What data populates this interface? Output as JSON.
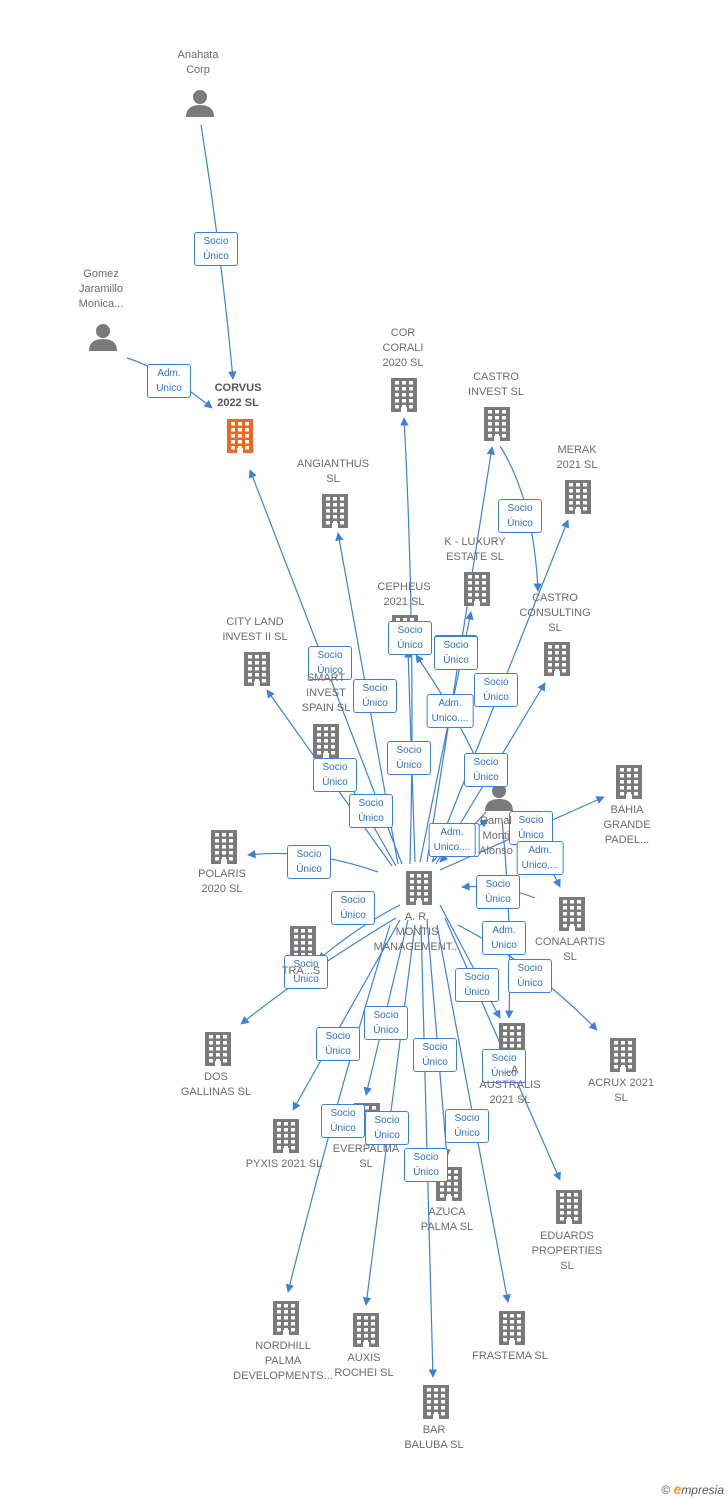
{
  "colors": {
    "edge": "#3b82d6",
    "company": "#7a7a7a",
    "focus": "#f26522",
    "person": "#7a7a7a"
  },
  "nodes": [
    {
      "id": "anahata",
      "type": "person",
      "label": "Anahata\nCorp"
    },
    {
      "id": "gomez",
      "type": "person",
      "label": "Gomez\nJaramillo\nMonica..."
    },
    {
      "id": "corvus",
      "type": "company",
      "focus": true,
      "label": "CORVUS\n2022  SL"
    },
    {
      "id": "corcorali",
      "type": "company",
      "label": "COR\nCORALI\n2020  SL"
    },
    {
      "id": "castroinvest",
      "type": "company",
      "label": "CASTRO\nINVEST  SL"
    },
    {
      "id": "merak",
      "type": "company",
      "label": "MERAK\n2021  SL"
    },
    {
      "id": "angianthus",
      "type": "company",
      "label": "ANGIANTHUS\nSL"
    },
    {
      "id": "kluxury",
      "type": "company",
      "label": "K -  LUXURY\nESTATE  SL"
    },
    {
      "id": "cepheus",
      "type": "company",
      "label": "CEPHEUS\n2021  SL"
    },
    {
      "id": "castroconsulting",
      "type": "company",
      "label": "CASTRO\nCONSULTING\nSL"
    },
    {
      "id": "cityland",
      "type": "company",
      "label": "CITY LAND\nINVEST II  SL"
    },
    {
      "id": "smart",
      "type": "company",
      "label": "SMART\nINVEST\nSPAIN  SL"
    },
    {
      "id": "ramal",
      "type": "person",
      "label": "Ramal\nMonti\nAlonso"
    },
    {
      "id": "bahia",
      "type": "company",
      "label": "BAHIA\nGRANDE\nPADEL..."
    },
    {
      "id": "polaris",
      "type": "company",
      "label": "POLARIS\n2020  SL"
    },
    {
      "id": "armontis",
      "type": "company",
      "label": "A. R.\nMONTIS\nMANAGEMENT..."
    },
    {
      "id": "conalartis",
      "type": "company",
      "label": "CONALARTIS\nSL"
    },
    {
      "id": "tra",
      "type": "company",
      "label": "TRA...S"
    },
    {
      "id": "dosgallinas",
      "type": "company",
      "label": "DOS\nGALLINAS  SL"
    },
    {
      "id": "australis",
      "type": "company",
      "label": "...A\nAUSTRALIS\n2021  SL"
    },
    {
      "id": "acrux",
      "type": "company",
      "label": "ACRUX 2021\nSL"
    },
    {
      "id": "pyxis",
      "type": "company",
      "label": "PYXIS 2021  SL"
    },
    {
      "id": "everpalma",
      "type": "company",
      "label": "EVERPALMA\nSL"
    },
    {
      "id": "azuca",
      "type": "company",
      "label": "AZUCA\nPALMA  SL"
    },
    {
      "id": "eduards",
      "type": "company",
      "label": "EDUARDS\nPROPERTIES\nSL"
    },
    {
      "id": "nordhill",
      "type": "company",
      "label": "NORDHILL\nPALMA\nDEVELOPMENTS..."
    },
    {
      "id": "auxis",
      "type": "company",
      "label": "AUXIS\nROCHEI  SL"
    },
    {
      "id": "frastema",
      "type": "company",
      "label": "FRASTEMA  SL"
    },
    {
      "id": "barbaluba",
      "type": "company",
      "label": "BAR\nBALUBA  SL"
    }
  ],
  "edges": [
    {
      "from": "anahata",
      "to": "corvus",
      "label": "Socio\nÚnico"
    },
    {
      "from": "gomez",
      "to": "corvus",
      "label": "Adm.\nUnico"
    },
    {
      "from": "armontis",
      "to": "corvus",
      "label": "Socio\nÚnico"
    },
    {
      "from": "armontis",
      "to": "corcorali",
      "label": "Socio\nÚnico"
    },
    {
      "from": "armontis",
      "to": "castroinvest",
      "label": "Socio\nÚnico"
    },
    {
      "from": "castroinvest",
      "to": "castroconsulting",
      "label": "Socio\nÚnico"
    },
    {
      "from": "armontis",
      "to": "merak",
      "label": "Socio\nÚnico"
    },
    {
      "from": "armontis",
      "to": "angianthus",
      "label": "Socio\nÚnico"
    },
    {
      "from": "armontis",
      "to": "kluxury",
      "label": "Socio\nÚnico"
    },
    {
      "from": "armontis",
      "to": "cepheus",
      "label": "Socio\nÚnico"
    },
    {
      "from": "ramal",
      "to": "cepheus",
      "label": "Adm.\nUnico...."
    },
    {
      "from": "armontis",
      "to": "castroconsulting",
      "label": "Socio\nÚnico"
    },
    {
      "from": "armontis",
      "to": "cityland",
      "label": "Socio\nÚnico"
    },
    {
      "from": "armontis",
      "to": "smart",
      "label": "Socio\nÚnico"
    },
    {
      "from": "armontis",
      "to": "bahia",
      "label": "Socio\nÚnico"
    },
    {
      "from": "ramal",
      "to": "armontis",
      "label": "Adm.\nUnico,..."
    },
    {
      "from": "ramal",
      "to": "conalartis",
      "label": "Adm.\nUnico,..."
    },
    {
      "from": "armontis",
      "to": "polaris",
      "label": "Socio\nÚnico"
    },
    {
      "from": "armontis",
      "to": "conalartis",
      "label": "Socio\nÚnico"
    },
    {
      "from": "ramal",
      "to": "australis",
      "label": "Adm.\nUnico"
    },
    {
      "from": "armontis",
      "to": "tra",
      "label": "Socio\nÚnico"
    },
    {
      "from": "armontis",
      "to": "dosgallinas",
      "label": "Socio\nÚnico"
    },
    {
      "from": "armontis",
      "to": "australis",
      "label": "Socio\nÚnico"
    },
    {
      "from": "armontis",
      "to": "acrux",
      "label": "Socio\nÚnico"
    },
    {
      "from": "armontis",
      "to": "pyxis",
      "label": "Socio\nÚnico"
    },
    {
      "from": "armontis",
      "to": "everpalma",
      "label": "Socio\nÚnico"
    },
    {
      "from": "armontis",
      "to": "azuca",
      "label": "Socio\nÚnico"
    },
    {
      "from": "armontis",
      "to": "eduards",
      "label": "Socio\nÚnico"
    },
    {
      "from": "armontis",
      "to": "nordhill",
      "label": "Socio\nÚnico"
    },
    {
      "from": "armontis",
      "to": "auxis",
      "label": "Socio\nÚnico"
    },
    {
      "from": "armontis",
      "to": "frastema",
      "label": "Socio\nÚnico"
    },
    {
      "from": "armontis",
      "to": "barbaluba",
      "label": "Socio\nÚnico"
    },
    {
      "from": "armontis",
      "to": "ramal",
      "label": "Adm.\nUnico...."
    }
  ],
  "brand": {
    "copyright": "©",
    "name_first": "e",
    "name_rest": "mpresia"
  }
}
